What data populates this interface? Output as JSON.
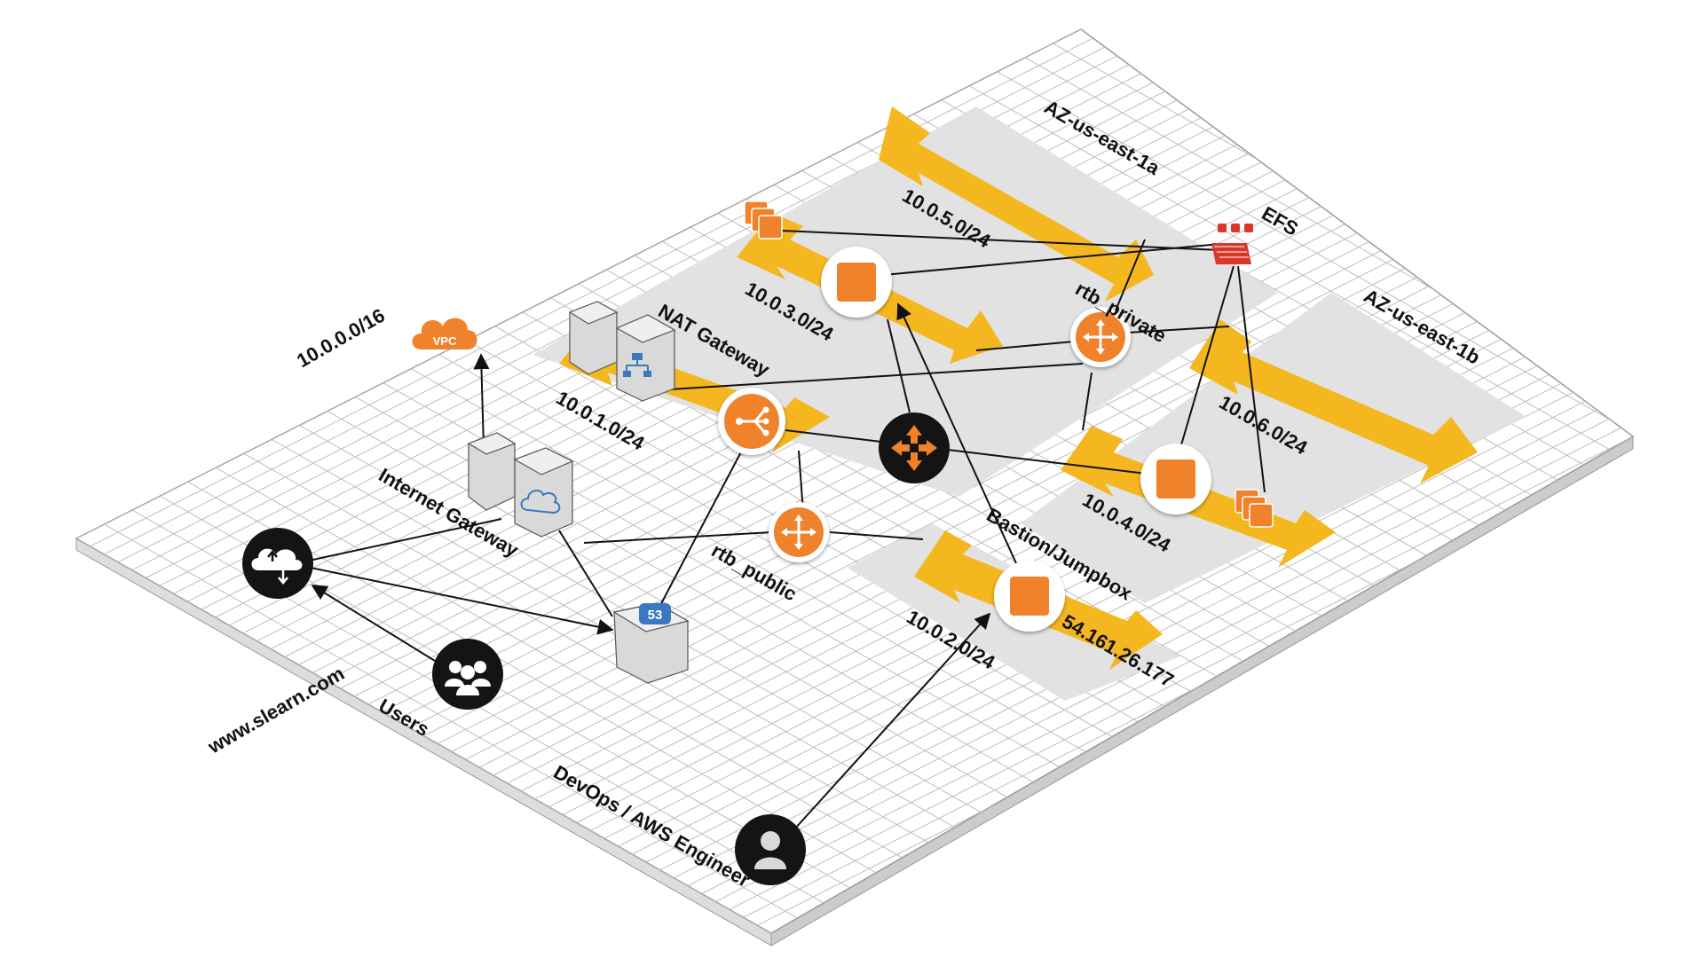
{
  "vpc": {
    "cidr": "10.0.0.0/16",
    "badge": "VPC"
  },
  "availability_zones": [
    "AZ-us-east-1a",
    "AZ-us-east-1b"
  ],
  "subnets": [
    "10.0.1.0/24",
    "10.0.2.0/24",
    "10.0.3.0/24",
    "10.0.4.0/24",
    "10.0.5.0/24",
    "10.0.6.0/24"
  ],
  "components": {
    "internet_gateway": "Internet Gateway",
    "nat_gateway": "NAT Gateway",
    "efs": "EFS",
    "rtb_private": "rtb_private",
    "rtb_public": "rtb_public",
    "bastion": "Bastion/Jumpbox",
    "bastion_ip": "54.161.26.177",
    "route53_badge": "53"
  },
  "actors": {
    "domain": "www.slearn.com",
    "users": "Users",
    "engineer": "DevOps / AWS Engineer"
  },
  "colors": {
    "subnet_arrow": "#f5b71f",
    "aws_orange": "#f0822b",
    "grid_line": "#b9b9b9",
    "zone_band": "#e2e2e2",
    "actor_black": "#141414"
  },
  "icons": [
    "vpc-cloud-icon",
    "internet-gateway-icon",
    "nat-gateway-icon",
    "load-balancer-icon",
    "router-icon",
    "ec2-instance-icon",
    "auto-scaling-group-icon",
    "efs-icon",
    "route53-icon",
    "cloud-upload-icon",
    "users-group-icon",
    "user-icon"
  ]
}
